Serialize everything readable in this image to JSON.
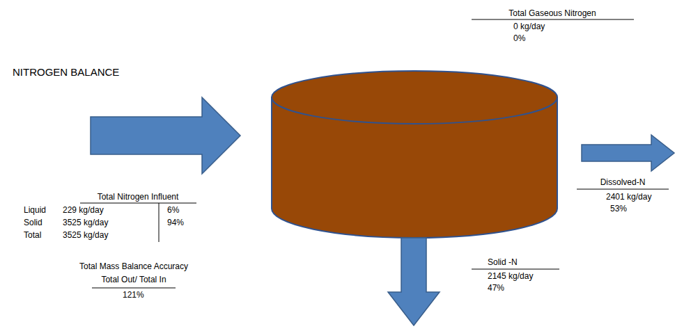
{
  "diagram": {
    "title": "NITROGEN BALANCE",
    "labels": [
      "Total Gaseous Nitrogen",
      "0 kg/day",
      "0%",
      "Total Nitrogen Influent",
      "Liquid",
      "229 kg/day",
      "6%",
      "Solid",
      "3525 kg/day",
      "94%",
      "Total",
      "3525 kg/day",
      "Dissolved-N",
      "2401 kg/day",
      "53%",
      "Solid -N",
      "2145 kg/day",
      "47%",
      "Total Mass Balance Accuracy",
      "Total Out/ Total In",
      "121%"
    ]
  }
}
